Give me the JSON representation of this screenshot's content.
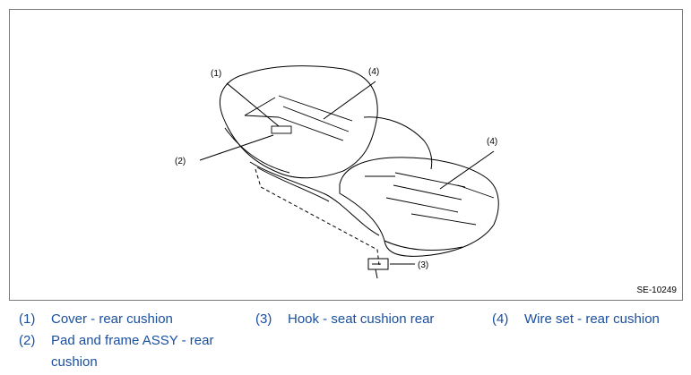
{
  "figure": {
    "id": "SE-10249",
    "callouts": [
      "(1)",
      "(2)",
      "(3)",
      "(4)",
      "(4)"
    ]
  },
  "legend": [
    {
      "num": "(1)",
      "text": "Cover - rear cushion"
    },
    {
      "num": "(2)",
      "text": "Pad and frame ASSY - rear",
      "text2": "cushion"
    },
    {
      "num": "(3)",
      "text": "Hook - seat cushion rear"
    },
    {
      "num": "(4)",
      "text": "Wire set - rear cushion"
    }
  ],
  "colors": {
    "legend_text": "#1a4fa0",
    "frame_border": "#7a7a7a"
  }
}
